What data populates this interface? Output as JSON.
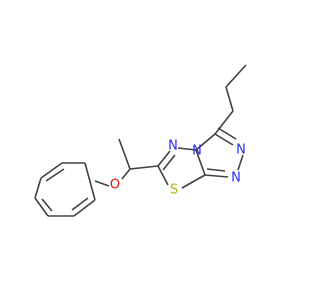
{
  "molecule": {
    "colors": {
      "bond": "#404040",
      "oxygen": "#e8140c",
      "nitrogen": "#2a2af0",
      "sulfur": "#b5b500"
    },
    "atoms": [
      {
        "id": "o1",
        "symbol": "O",
        "color": "oxygen"
      },
      {
        "id": "n1",
        "symbol": "N",
        "color": "nitrogen"
      },
      {
        "id": "n2",
        "symbol": "N",
        "color": "nitrogen"
      },
      {
        "id": "n3",
        "symbol": "N",
        "color": "nitrogen"
      },
      {
        "id": "n4",
        "symbol": "N",
        "color": "nitrogen"
      },
      {
        "id": "s1",
        "symbol": "S",
        "color": "sulfur"
      }
    ]
  }
}
